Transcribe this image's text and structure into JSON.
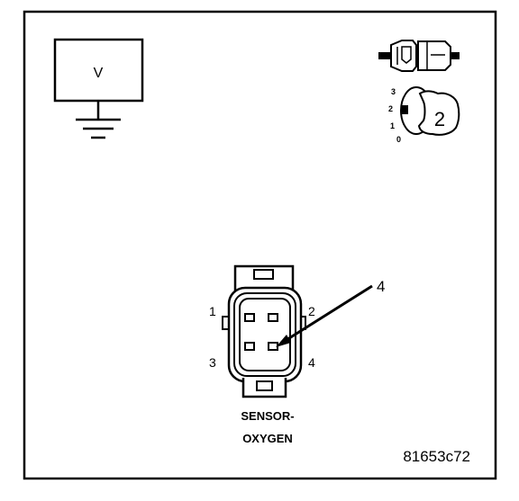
{
  "voltmeter": {
    "symbol": "V"
  },
  "selector_knob": {
    "scale": [
      "3",
      "2",
      "1",
      "0"
    ],
    "setting": "2"
  },
  "connector": {
    "pin_labels": [
      "1",
      "2",
      "3",
      "4"
    ],
    "callout": "4",
    "name_line1": "SENSOR-",
    "name_line2": "OXYGEN"
  },
  "figure_id": "81653c72"
}
